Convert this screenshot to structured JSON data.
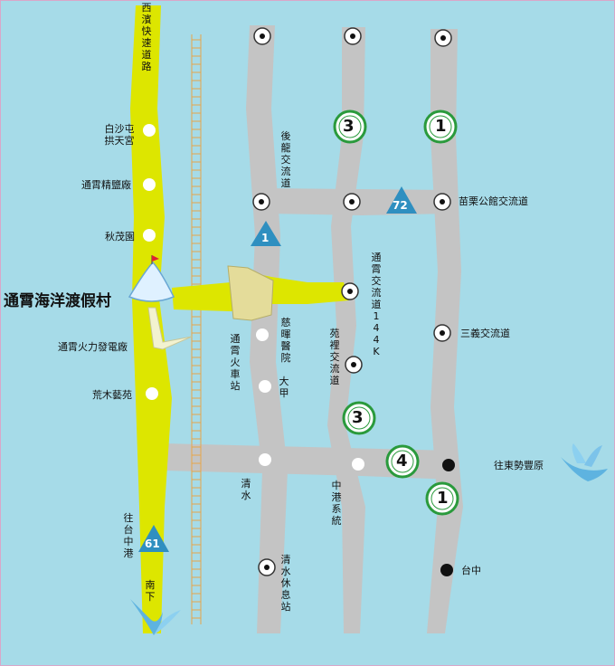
{
  "labels": {
    "west_coast_expressway": "西濱快速道路",
    "baisha_temple": "白沙屯拱天宮",
    "tongxiao_salt": "通霄精鹽廠",
    "qiumao_garden": "秋茂園",
    "resort": "通霄海洋渡假村",
    "power_plant": "通霄火力發電廠",
    "huangmu_garden": "荒木藝苑",
    "to_taichung_port": "往台中港",
    "south": "南下",
    "houlong_ic": "後龍交流道",
    "miaoli_ic": "苗栗公館交流道",
    "tongxiao_ic": "通霄交流道144K",
    "tongxiao_station": "通霄火車站",
    "cihui_hospital": "慈暉醫院",
    "yuanli_ic": "苑裡交流道",
    "sanyi_ic": "三義交流道",
    "dajia": "大甲",
    "qingshui": "清水",
    "zhonggang": "中港系統",
    "to_dongshi": "往東勢豐原",
    "qingshui_rest": "清水休息站",
    "taichung": "台中"
  },
  "shields": {
    "prov_3_top": "3",
    "prov_1_top": "1",
    "prov_3_mid": "3",
    "prov_4": "4",
    "prov_1_bottom": "1",
    "national_72": "72",
    "national_1": "1",
    "national_61": "61"
  },
  "colors": {
    "background": "#a6dbe8",
    "highway_grey": "#c4c4c4",
    "expressway_yellow": "#dde600",
    "shield_green": "#2a9a3c",
    "triangle_blue": "#2f8fc0"
  }
}
